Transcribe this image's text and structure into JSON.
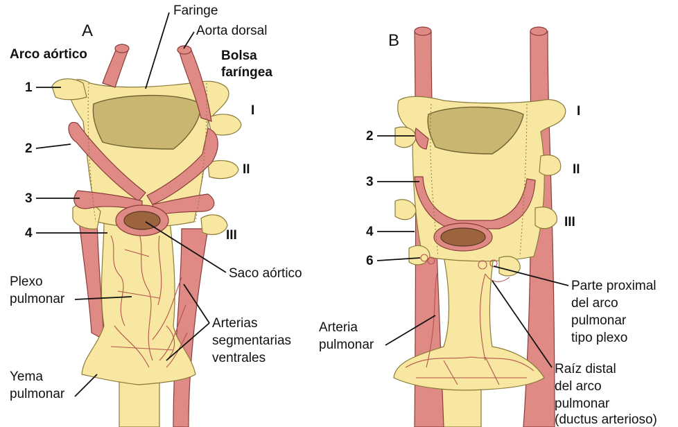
{
  "panel_a": {
    "letter": "A",
    "labels": {
      "faringe": "Faringe",
      "aorta_dorsal": "Aorta dorsal",
      "arco_aortico": "Arco aórtico",
      "bolsa_line1": "Bolsa",
      "bolsa_line2": "faríngea",
      "n1": "1",
      "n2": "2",
      "n3": "3",
      "n4": "4",
      "rI": "I",
      "rII": "II",
      "rIII": "III",
      "saco_aortico": "Saco aórtico",
      "plexo_line1": "Plexo",
      "plexo_line2": "pulmonar",
      "arterias_line1": "Arterias",
      "arterias_line2": "segmentarias",
      "arterias_line3": "ventrales",
      "yema_line1": "Yema",
      "yema_line2": "pulmonar"
    }
  },
  "panel_b": {
    "letter": "B",
    "labels": {
      "n2": "2",
      "n3": "3",
      "n4": "4",
      "n6": "6",
      "rI": "I",
      "rII": "II",
      "rIII": "III",
      "arteria_line1": "Arteria",
      "arteria_line2": "pulmonar",
      "parte_line1": "Parte proximal",
      "parte_line2": "del arco",
      "parte_line3": "pulmonar",
      "parte_line4": "tipo plexo",
      "raiz_line1": "Raíz distal",
      "raiz_line2": "del arco",
      "raiz_line3": "pulmonar",
      "raiz_line4": "(ductus arterioso)"
    }
  }
}
